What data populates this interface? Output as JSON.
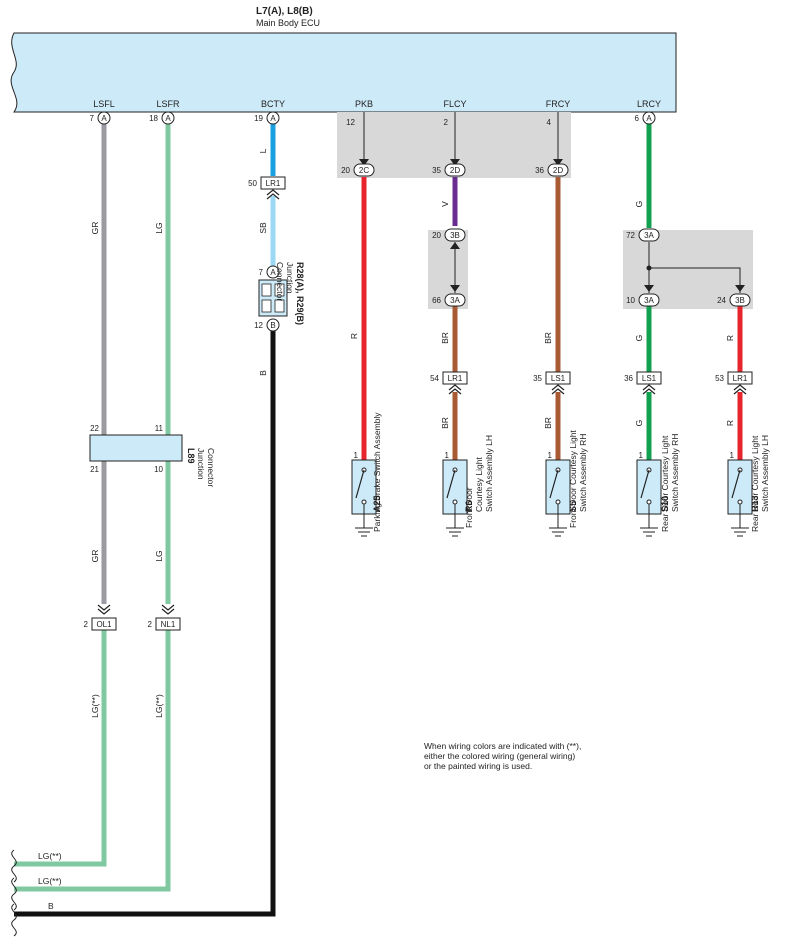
{
  "ecu": {
    "code": "L7(A), L8(B)",
    "name": "Main Body ECU",
    "terminals": [
      "LSFL",
      "LSFR",
      "BCTY",
      "PKB",
      "FLCY",
      "FRCY",
      "LRCY"
    ]
  },
  "pins": {
    "lsfl": "7",
    "lsfr": "18",
    "bcty": "19",
    "pkb": "12",
    "flcy": "2",
    "frcy": "4",
    "lrcy": "6",
    "conn_a": "A",
    "conn_b": "B",
    "r28_top": "7",
    "r28_bottom": "12",
    "j2c_pin": "20",
    "j2d_left_pin": "35",
    "j2d_right_pin": "36",
    "j3b_left_pin": "20",
    "j3a_left_pin": "66",
    "j3a_top_pin": "72",
    "j3a_right_pin": "10",
    "j3b_right_pin": "24",
    "lr1_bcty_pin": "50",
    "lr1_fl_pin": "54",
    "ls1_fr_pin": "35",
    "ls1_rr_pin": "36",
    "lr1_rl_pin": "53",
    "l89_22": "22",
    "l89_11": "11",
    "l89_21": "21",
    "l89_10": "10",
    "ol1_pin": "2",
    "nl1_pin": "2",
    "sw_pin": "1"
  },
  "junction_labels": {
    "j2c": "2C",
    "j2d": "2D",
    "j3a": "3A",
    "j3b": "3B",
    "lr1": "LR1",
    "ls1": "LS1",
    "ol1": "OL1",
    "nl1": "NL1"
  },
  "wire_colors": {
    "gr": "GR",
    "lg": "LG",
    "l": "L",
    "sb": "SB",
    "b": "B",
    "r": "R",
    "v": "V",
    "br": "BR",
    "g": "G",
    "lg_star": "LG(**)"
  },
  "components": {
    "r28": {
      "code": "R28(A), R29(B)",
      "line1": "Junction",
      "line2": "Connector"
    },
    "l89": {
      "code": "L89",
      "line1": "Junction",
      "line2": "Connector"
    },
    "a25": {
      "code": "A25",
      "line1": "Parking Brake Switch Assembly"
    },
    "r6": {
      "code": "R6",
      "line1": "Front Door",
      "line2": "Courtesy Light",
      "line3": "Switch Assembly LH"
    },
    "s5": {
      "code": "S5",
      "line1": "Front Door Courtesy Light",
      "line2": "Switch Assembly RH"
    },
    "s10": {
      "code": "S10",
      "line1": "Rear Door Courtesy Light",
      "line2": "Switch Assembly RH"
    },
    "r13": {
      "code": "R13",
      "line1": "Rear Door Courtesy Light",
      "line2": "Switch Assembly LH"
    }
  },
  "note": [
    "When wiring colors are indicated with (**),",
    "either the colored wiring (general wiring)",
    "or the painted wiring is used."
  ],
  "colors": {
    "ecu_fill": "#cdeaf8",
    "gray_wire": "#9a9aa0",
    "light_green_wire": "#7fc8a0",
    "blue_wire": "#1aa0e0",
    "sky_blue_wire": "#9ad8f4",
    "black_wire": "#111111",
    "red_wire": "#e8242c",
    "violet_wire": "#6a2c90",
    "brown_wire": "#a85a32",
    "green_wire": "#10a050",
    "junction_shade": "#d8d8d8"
  }
}
